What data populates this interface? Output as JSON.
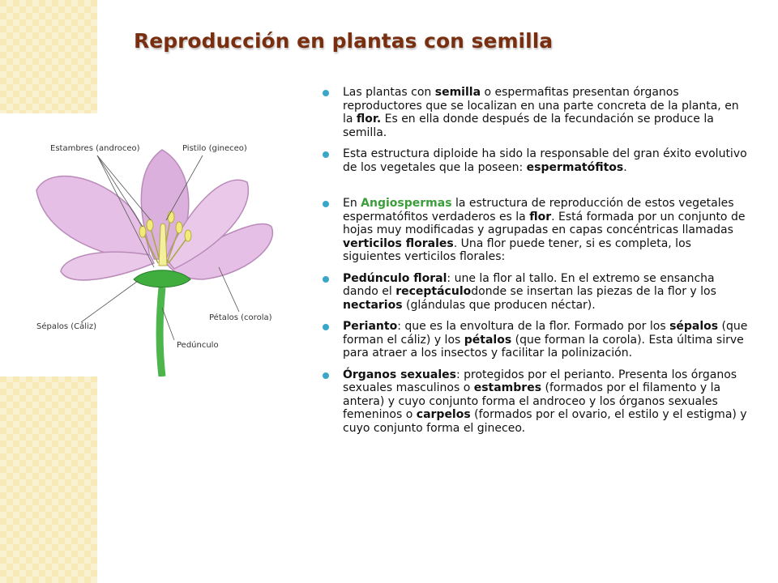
{
  "title": "Reproducción en plantas con semilla",
  "figure": {
    "labels": {
      "estambres": "Estambres (androceo)",
      "pistilo": "Pistilo (gineceo)",
      "petalos": "Pétalos (corola)",
      "sepalos": "Sépalos (Cáliz)",
      "peduncle": "Pedúnculo"
    }
  },
  "colors": {
    "title": "#7a2e10",
    "bullet": "#3aa7c9",
    "accent": "#3a9e3a",
    "side_strip": "#f7e9b8",
    "petal": "#e6bfe6",
    "sepal": "#3fae3f"
  },
  "paragraphs": {
    "p1": {
      "t1": "Las plantas con ",
      "b1": "semilla",
      "t2": " o espermafitas presentan órganos reproductores que se localizan en una parte concreta de la planta, en la ",
      "b2": "flor.",
      "t3": " Es en ella donde después de la fecundación se produce la semilla."
    },
    "p2": {
      "t1": "Esta estructura diploide ha sido la responsable del gran éxito evolutivo de los vegetales que la poseen: ",
      "b1": "espermatófitos",
      "t2": "."
    },
    "p3": {
      "t1": "En ",
      "a1": "Angiospermas",
      "t2": " la estructura de reproducción de estos vegetales espermatófitos verdaderos es la ",
      "b1": "flor",
      "t3": ". Está formada por un conjunto de hojas muy modificadas y agrupadas en capas concéntricas llamadas ",
      "b2": "verticilos florales",
      "t4": ". Una flor puede tener, si es completa, los siguientes verticilos florales:"
    },
    "p4": {
      "b1": "Pedúnculo floral",
      "t1": ": une la flor al tallo. En el extremo se ensancha dando el ",
      "b2": "receptáculo",
      "t2": "donde se insertan las piezas de la flor y los ",
      "b3": "nectarios",
      "t3": " (glándulas que producen néctar)."
    },
    "p5": {
      "b1": "Perianto",
      "t1": ": que es la envoltura de la flor. Formado por los ",
      "b2": "sépalos",
      "t2": " (que forman el cáliz) y los ",
      "b3": "pétalos",
      "t3": " (que forman la corola). Esta última sirve para atraer a los insectos y facilitar la polinización."
    },
    "p6": {
      "b1": "Órganos sexuales",
      "t1": ": protegidos por el perianto. Presenta los órganos sexuales masculinos o ",
      "b2": "estambres",
      "t2": " (formados por el filamento y la antera) y cuyo conjunto forma el androceo y los órganos sexuales femeninos o ",
      "b3": "carpelos",
      "t3": " (formados por el ovario, el estilo y el estigma) y cuyo conjunto forma el gineceo."
    }
  }
}
